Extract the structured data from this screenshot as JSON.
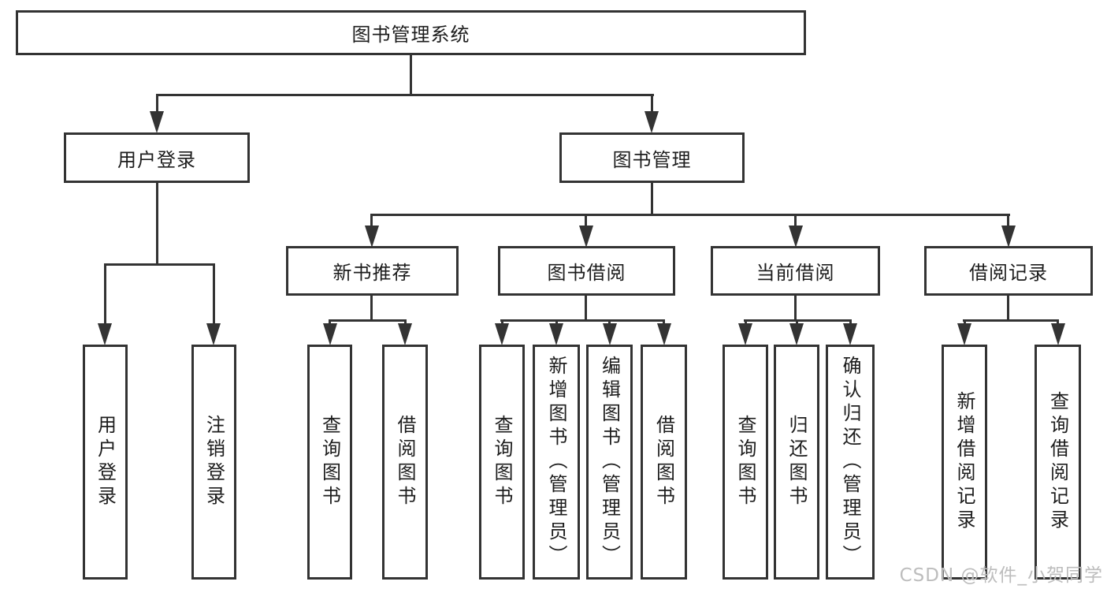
{
  "tree": {
    "root": {
      "label": "图书管理系统"
    },
    "branches": [
      {
        "label": "用户登录",
        "children": [
          {
            "label": "用户登录"
          },
          {
            "label": "注销登录"
          }
        ]
      },
      {
        "label": "图书管理",
        "children": [
          {
            "label": "新书推荐",
            "children": [
              {
                "label": "查询图书"
              },
              {
                "label": "借阅图书"
              }
            ]
          },
          {
            "label": "图书借阅",
            "children": [
              {
                "label": "查询图书"
              },
              {
                "label": "新增图书（管理员）"
              },
              {
                "label": "编辑图书（管理员）"
              },
              {
                "label": "借阅图书"
              }
            ]
          },
          {
            "label": "当前借阅",
            "children": [
              {
                "label": "查询图书"
              },
              {
                "label": "归还图书"
              },
              {
                "label": "确认归还（管理员）"
              }
            ]
          },
          {
            "label": "借阅记录",
            "children": [
              {
                "label": "新增借阅记录"
              },
              {
                "label": "查询借阅记录"
              }
            ]
          }
        ]
      }
    ]
  },
  "watermark": "CSDN @软件_小贺同学",
  "colors": {
    "line": "#333333",
    "text": "#1d1d1d",
    "watermark": "#bdbdbd",
    "background": "#ffffff"
  }
}
